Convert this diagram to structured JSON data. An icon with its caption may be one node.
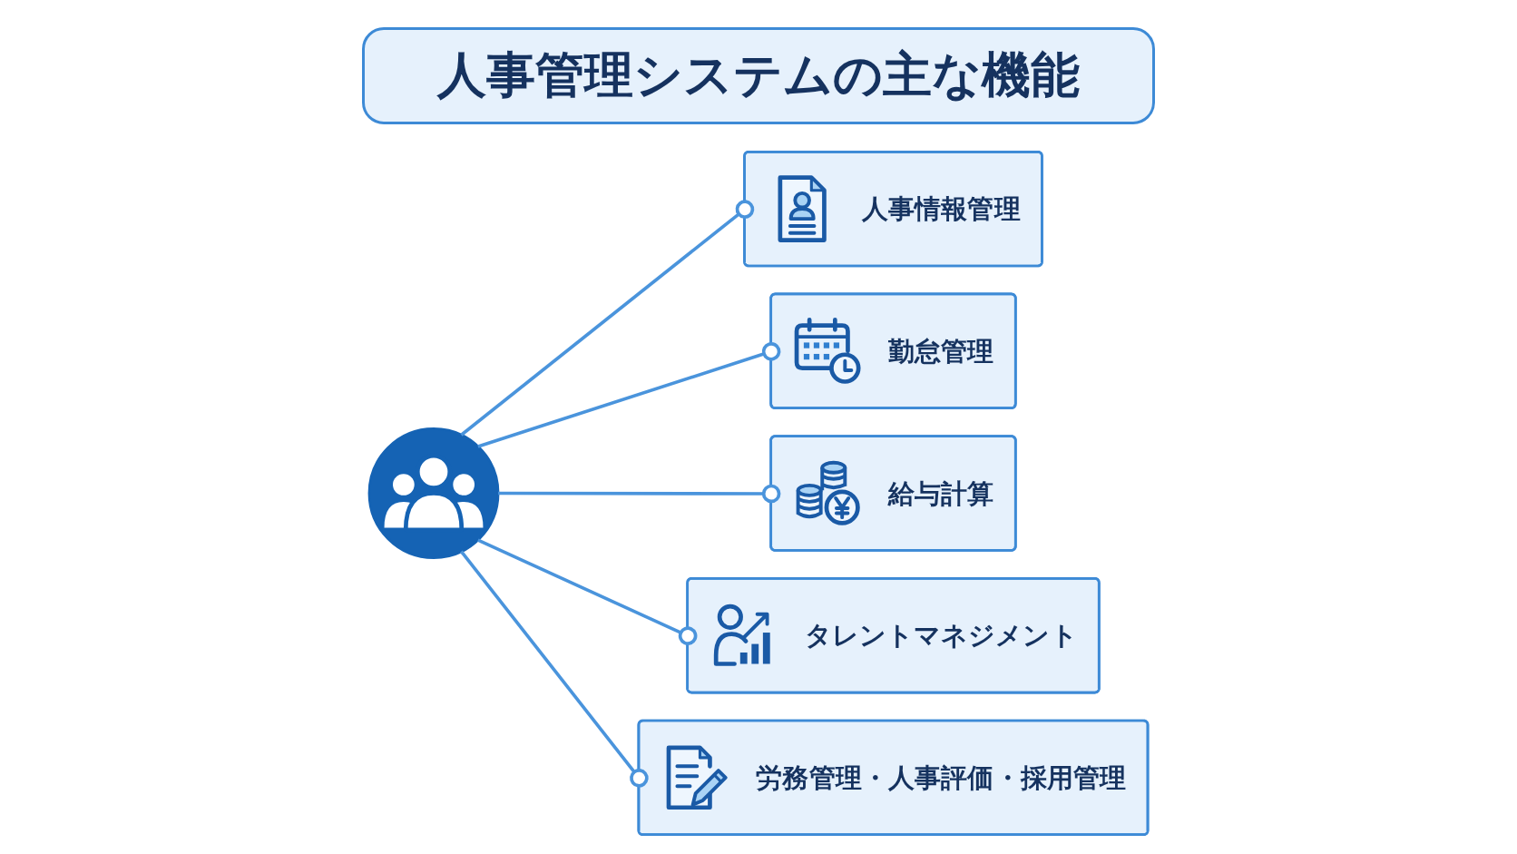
{
  "diagram": {
    "title": "人事管理システムの主な機能",
    "nodes": [
      {
        "text": [
          "人事情報管理"
        ]
      },
      {
        "text": [
          "勤怠管理"
        ]
      },
      {
        "text": [],
        "shape": "circle"
      },
      {
        "text": [
          "給与計算"
        ]
      },
      {
        "text": [
          "タレントマネジメント"
        ]
      },
      {
        "text": [
          "労務管理・人事評価・採用管理"
        ]
      }
    ],
    "edges": [
      {
        "from": 2,
        "to": 0,
        "arrow": "other"
      },
      {
        "from": 2,
        "to": 1,
        "arrow": "other"
      },
      {
        "from": 2,
        "to": 3,
        "arrow": "other"
      },
      {
        "from": 2,
        "to": 4,
        "arrow": "other"
      },
      {
        "from": 2,
        "to": 5,
        "arrow": "other"
      }
    ]
  }
}
